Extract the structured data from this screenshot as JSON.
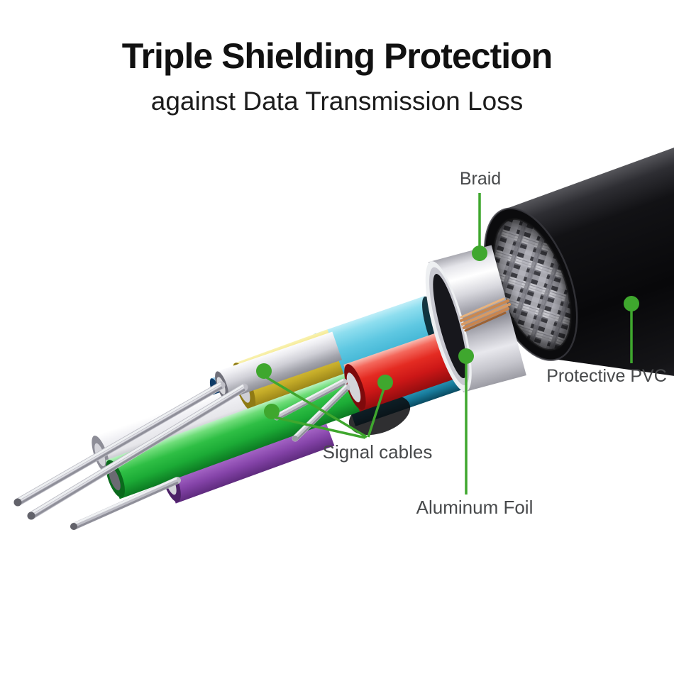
{
  "title": {
    "main": "Triple Shielding Protection",
    "sub": "against Data Transmission Loss"
  },
  "diagram": {
    "annotations": [
      {
        "id": "braid",
        "label": "Braid"
      },
      {
        "id": "protective_pvc",
        "label": "Protective PVC"
      },
      {
        "id": "signal_cables",
        "label": "Signal cables"
      },
      {
        "id": "aluminum_foil",
        "label": "Aluminum Foil"
      }
    ]
  },
  "colors": {
    "bg": "#ffffff",
    "accent_green": "#3fa72e",
    "title_text": "#111111",
    "subtitle_text": "#1c1c1c",
    "label_text": "#47494b",
    "jacket_black": "#141416",
    "braid_silver": "#c6c6cc",
    "foil_silver": "#e8e8ed",
    "copper": "#c98850",
    "sheath_cyan": "#5fc8e2",
    "cable_gray": "#cfcfd6",
    "cable_white": "#e6e6ea",
    "cable_yellow": "#e3cd46",
    "cable_green": "#2fbf45",
    "cable_purple": "#a363c4",
    "cable_red": "#e42b22",
    "cable_blue": "#2e7cc0",
    "strand_silver": "#c2c2c9"
  }
}
